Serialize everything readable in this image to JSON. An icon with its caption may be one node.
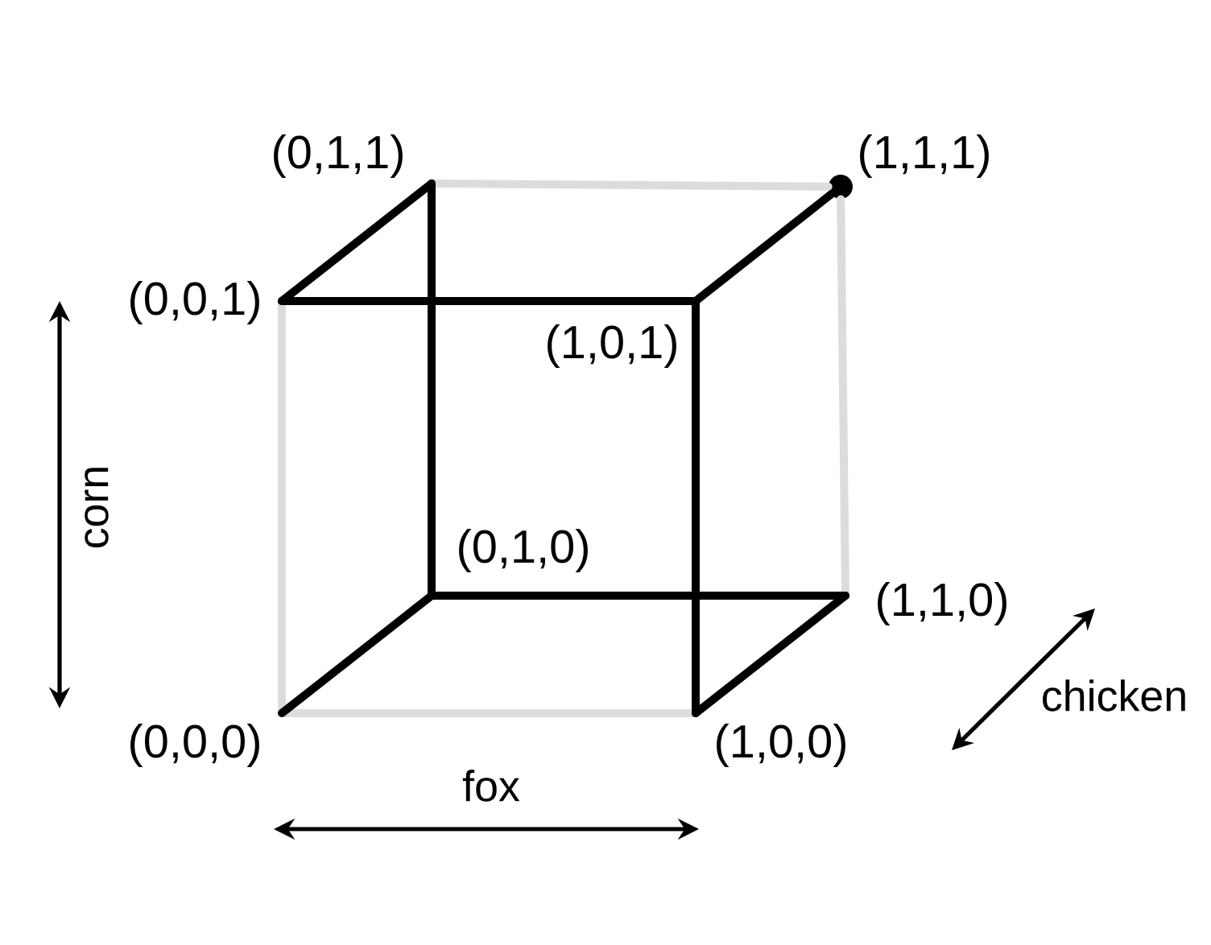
{
  "diagram": {
    "nodes": [
      {
        "text": [],
        "shape": "point",
        "beside": [
          "(0,1,1)"
        ]
      },
      {
        "text": [],
        "shape": "circle",
        "beside": [
          "(1,1,1)"
        ]
      },
      {
        "text": [],
        "shape": "point",
        "beside": [
          "(0,0,1)"
        ]
      },
      {
        "text": [],
        "shape": "point",
        "beside": [
          "(1,0,1)"
        ]
      },
      {
        "text": [],
        "shape": "point",
        "beside": [
          "(0,1,0)"
        ]
      },
      {
        "text": [],
        "shape": "point",
        "beside": [
          "(1,1,0)"
        ]
      },
      {
        "text": [],
        "shape": "point",
        "beside": [
          "(0,0,0)"
        ]
      },
      {
        "text": [],
        "shape": "point",
        "beside": [
          "(1,0,0)"
        ]
      }
    ],
    "edges": [
      {
        "from": 6,
        "to": 4,
        "arrow": "none"
      },
      {
        "from": 4,
        "to": 5,
        "arrow": "none"
      },
      {
        "from": 5,
        "to": 7,
        "arrow": "none"
      },
      {
        "from": 7,
        "to": 3,
        "arrow": "none"
      },
      {
        "from": 3,
        "to": 2,
        "arrow": "none"
      },
      {
        "from": 2,
        "to": 0,
        "arrow": "none"
      },
      {
        "from": 0,
        "to": 4,
        "arrow": "none"
      },
      {
        "from": 3,
        "to": 1,
        "arrow": "none"
      },
      {
        "from": 6,
        "to": 2,
        "arrow": "none",
        "color": "#dcdcdc"
      },
      {
        "from": 6,
        "to": 7,
        "arrow": "none",
        "color": "#dcdcdc"
      },
      {
        "from": 0,
        "to": 1,
        "arrow": "none",
        "color": "#dcdcdc"
      },
      {
        "from": 1,
        "to": 5,
        "arrow": "none",
        "color": "#dcdcdc"
      }
    ],
    "labels": [
      "corn",
      "chicken",
      "fox"
    ]
  }
}
